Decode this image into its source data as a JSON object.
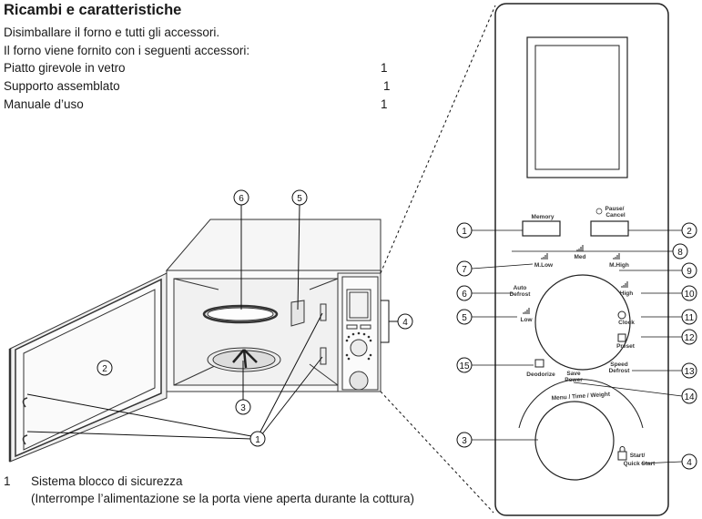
{
  "heading": "Ricambi e caratteristiche",
  "intro": [
    "Disimballare il forno e tutti gli accessori.",
    "Il forno viene fornito con i seguenti accessori:"
  ],
  "accessories": [
    {
      "name": "Piatto girevole in vetro",
      "qty": "1"
    },
    {
      "name": "Supporto assemblato",
      "qty": "1"
    },
    {
      "name": "Manuale d’uso",
      "qty": "1"
    }
  ],
  "notes": [
    {
      "num": "1",
      "text": "Sistema blocco di sicurezza"
    },
    {
      "num": "",
      "text": "(Interrompe l’alimentazione se la porta viene aperta durante la cottura)"
    }
  ],
  "callouts": {
    "c1": "1",
    "c2": "2",
    "c3": "3",
    "c4": "4",
    "c5": "5",
    "c6": "6",
    "c7": "7",
    "c8": "8",
    "c9": "9",
    "c10": "10",
    "c11": "11",
    "c12": "12",
    "c13": "13",
    "c14": "14",
    "c15": "15"
  },
  "panel_labels": {
    "memory": "Memory",
    "pause1": "Pause/",
    "pause2": "Cancel",
    "mlow1": "M.Low",
    "med": "Med",
    "mhigh": "M.High",
    "auto1": "Auto",
    "auto2": "Defrost",
    "high": "High",
    "low": "Low",
    "clock": "Clock",
    "preset": "Preset",
    "speed1": "Speed",
    "speed2": "Defrost",
    "save1": "Save",
    "save2": "Power",
    "deodorize": "Deodorize",
    "menu": "Menu / Time / Weight",
    "start1": "Start/",
    "start2": "Quick Start"
  }
}
